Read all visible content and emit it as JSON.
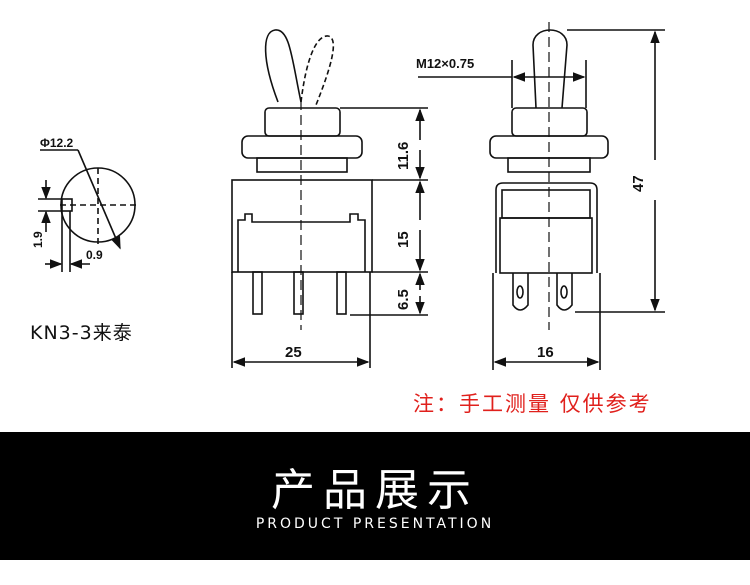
{
  "drawing": {
    "circle_view": {
      "diameter_label": "Φ12.2",
      "flat_height_label": "1.9",
      "flat_depth_label": "0.9"
    },
    "front_view": {
      "bushing_height_label": "11.6",
      "body_height_label": "15",
      "pin_length_label": "6.5",
      "width_label": "25"
    },
    "side_view": {
      "thread_label": "M12×0.75",
      "total_height_label": "47",
      "width_label": "16"
    }
  },
  "model_label": "KN3-3来泰",
  "note": "注：手工测量 仅供参考",
  "banner": {
    "title": "产品展示",
    "subtitle": "PRODUCT PRESENTATION"
  },
  "colors": {
    "note": "#e0201c",
    "banner_bg": "#000000",
    "banner_text": "#ffffff"
  }
}
